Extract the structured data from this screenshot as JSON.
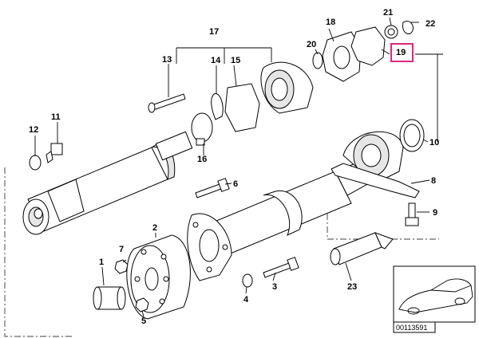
{
  "diagram": {
    "callouts": [
      {
        "id": "1",
        "label": "1"
      },
      {
        "id": "2",
        "label": "2"
      },
      {
        "id": "3",
        "label": "3"
      },
      {
        "id": "4",
        "label": "4"
      },
      {
        "id": "5",
        "label": "5"
      },
      {
        "id": "6",
        "label": "6"
      },
      {
        "id": "7",
        "label": "7"
      },
      {
        "id": "8",
        "label": "8"
      },
      {
        "id": "9",
        "label": "9"
      },
      {
        "id": "10",
        "label": "10"
      },
      {
        "id": "11",
        "label": "11"
      },
      {
        "id": "12",
        "label": "12"
      },
      {
        "id": "13",
        "label": "13"
      },
      {
        "id": "14",
        "label": "14"
      },
      {
        "id": "15",
        "label": "15"
      },
      {
        "id": "16",
        "label": "16"
      },
      {
        "id": "17",
        "label": "17"
      },
      {
        "id": "18",
        "label": "18"
      },
      {
        "id": "19",
        "label": "19"
      },
      {
        "id": "20",
        "label": "20"
      },
      {
        "id": "21",
        "label": "21"
      },
      {
        "id": "22",
        "label": "22"
      },
      {
        "id": "23",
        "label": "23"
      }
    ],
    "highlighted_callout": "19",
    "highlight_color": "#e0287a",
    "diagram_code": "00113591"
  }
}
